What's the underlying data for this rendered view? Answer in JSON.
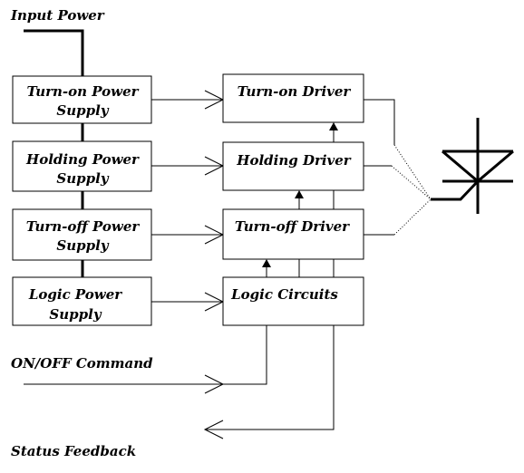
{
  "labels": {
    "input_power": "Input Power",
    "on_off_command": "ON/OFF Command",
    "status_feedback": "Status Feedback"
  },
  "power_supplies": [
    {
      "line1": "Turn-on Power",
      "line2": "Supply"
    },
    {
      "line1": "Holding Power",
      "line2": "Supply"
    },
    {
      "line1": "Turn-off Power",
      "line2": "Supply"
    },
    {
      "line1": "Logic Power",
      "line2": "Supply"
    }
  ],
  "drivers": [
    {
      "label": "Turn-on Driver"
    },
    {
      "label": "Holding Driver"
    },
    {
      "label": "Turn-off Driver"
    },
    {
      "label": "Logic Circuits"
    }
  ],
  "device": {
    "icon": "thyristor-symbol-icon"
  }
}
